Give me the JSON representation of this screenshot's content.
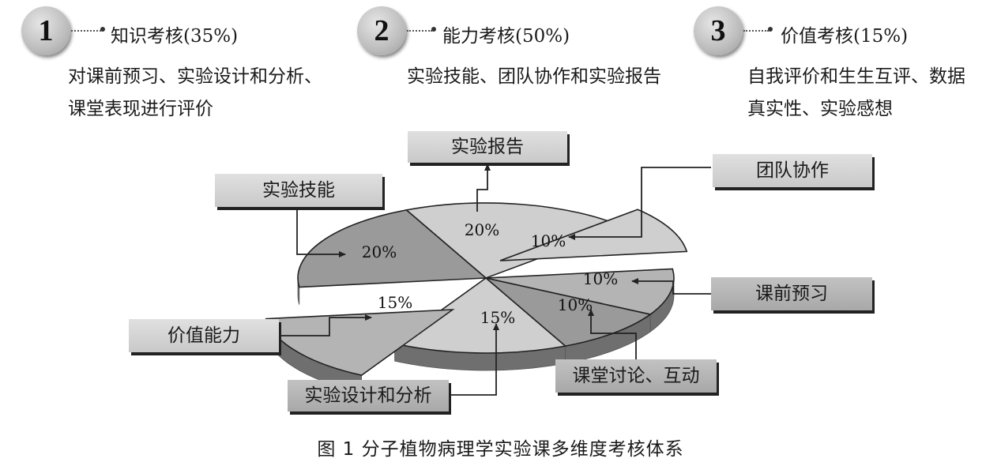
{
  "categories": [
    {
      "number": "1",
      "title": "知识考核(35%)",
      "desc_lines": [
        "对课前预习、实验设计和分析、",
        "课堂表现进行评价"
      ]
    },
    {
      "number": "2",
      "title": "能力考核(50%)",
      "desc_lines": [
        "实验技能、团队协作和实验报告"
      ]
    },
    {
      "number": "3",
      "title": "价值考核(15%)",
      "desc_lines": [
        "自我评价和生生互评、数据",
        "真实性、实验感想"
      ]
    }
  ],
  "chart_data": {
    "type": "pie",
    "title": "",
    "slices": [
      {
        "name": "实验报告",
        "value": 20,
        "label": "20%"
      },
      {
        "name": "团队协作",
        "value": 10,
        "label": "10%"
      },
      {
        "name": "课前预习",
        "value": 10,
        "label": "10%"
      },
      {
        "name": "课堂讨论、互动",
        "value": 10,
        "label": "10%"
      },
      {
        "name": "实验设计和分析",
        "value": 15,
        "label": "15%"
      },
      {
        "name": "价值能力",
        "value": 15,
        "label": "15%"
      },
      {
        "name": "实验技能",
        "value": 20,
        "label": "20%"
      }
    ],
    "colors": {
      "light": "#cfcfcf",
      "mid": "#b4b4b4",
      "dark": "#9a9a9a",
      "side": "#6f6f6f"
    }
  },
  "caption": "图 1    分子植物病理学实验课多维度考核体系"
}
